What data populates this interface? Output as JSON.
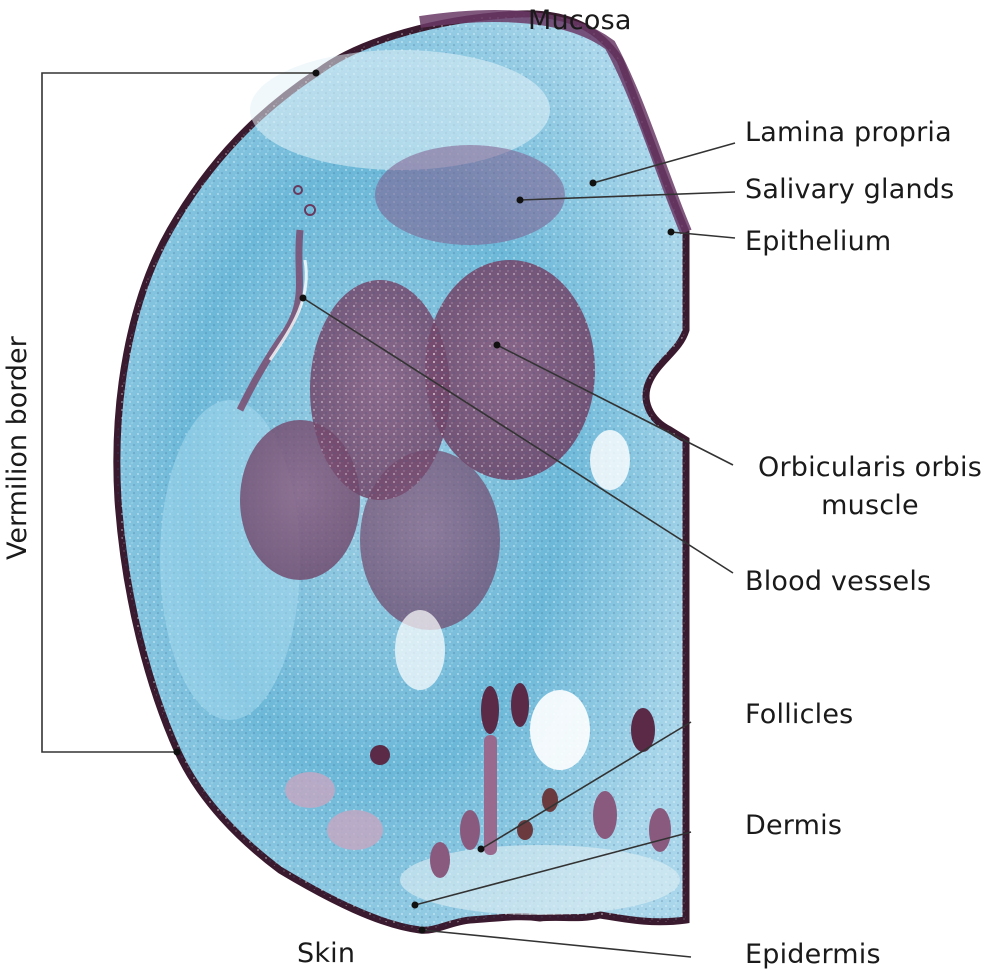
{
  "figure": {
    "subject": "Lip cross-section histology",
    "colors": {
      "background": "#ffffff",
      "tissue_blue": "#6cb8d8",
      "tissue_light": "#d8ecf4",
      "muscle_purple": "#7a4a6e",
      "epithelium_dark": "#3a1a2e",
      "leader_line": "#333333",
      "text": "#1a1a1a"
    }
  },
  "labels": {
    "top": "Mucosa",
    "bottom": "Skin",
    "bracket": "Vermilion border",
    "right": [
      {
        "id": "lamina-propria",
        "text": "Lamina propria"
      },
      {
        "id": "salivary-glands",
        "text": "Salivary glands"
      },
      {
        "id": "epithelium",
        "text": "Epithelium"
      },
      {
        "id": "orbicularis",
        "text": "Orbicularis orbis",
        "text2": "muscle"
      },
      {
        "id": "blood-vessels",
        "text": "Blood vessels"
      },
      {
        "id": "follicles",
        "text": "Follicles"
      },
      {
        "id": "dermis",
        "text": "Dermis"
      },
      {
        "id": "epidermis",
        "text": "Epidermis"
      }
    ]
  }
}
